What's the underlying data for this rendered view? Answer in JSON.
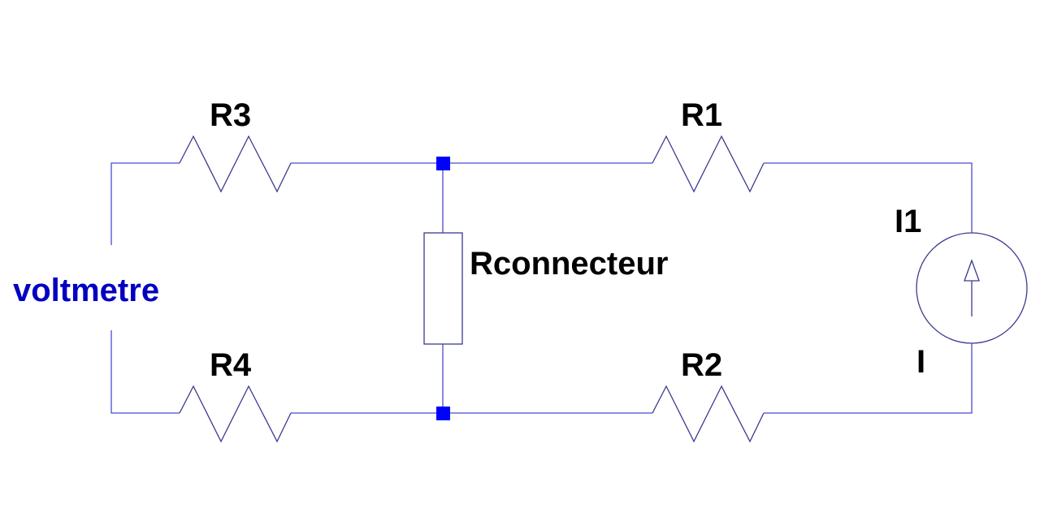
{
  "diagram": {
    "type": "circuit-schematic",
    "colors": {
      "wire": "#4a4ad0",
      "component": "#3a3a90",
      "junction": "#0000ff",
      "component_label": "#000000",
      "net_label": "#0000c0",
      "background": "#ffffff"
    },
    "net_labels": {
      "voltmeter": "voltmetre"
    },
    "components": {
      "r1": {
        "kind": "resistor",
        "label": "R1"
      },
      "r2": {
        "kind": "resistor",
        "label": "R2"
      },
      "r3": {
        "kind": "resistor",
        "label": "R3"
      },
      "r4": {
        "kind": "resistor",
        "label": "R4"
      },
      "rconnecteur": {
        "kind": "resistor-box",
        "label": "Rconnecteur"
      },
      "i1": {
        "kind": "current-source",
        "label": "I1",
        "value": "I",
        "direction": "up"
      }
    },
    "junction_count": 2
  }
}
